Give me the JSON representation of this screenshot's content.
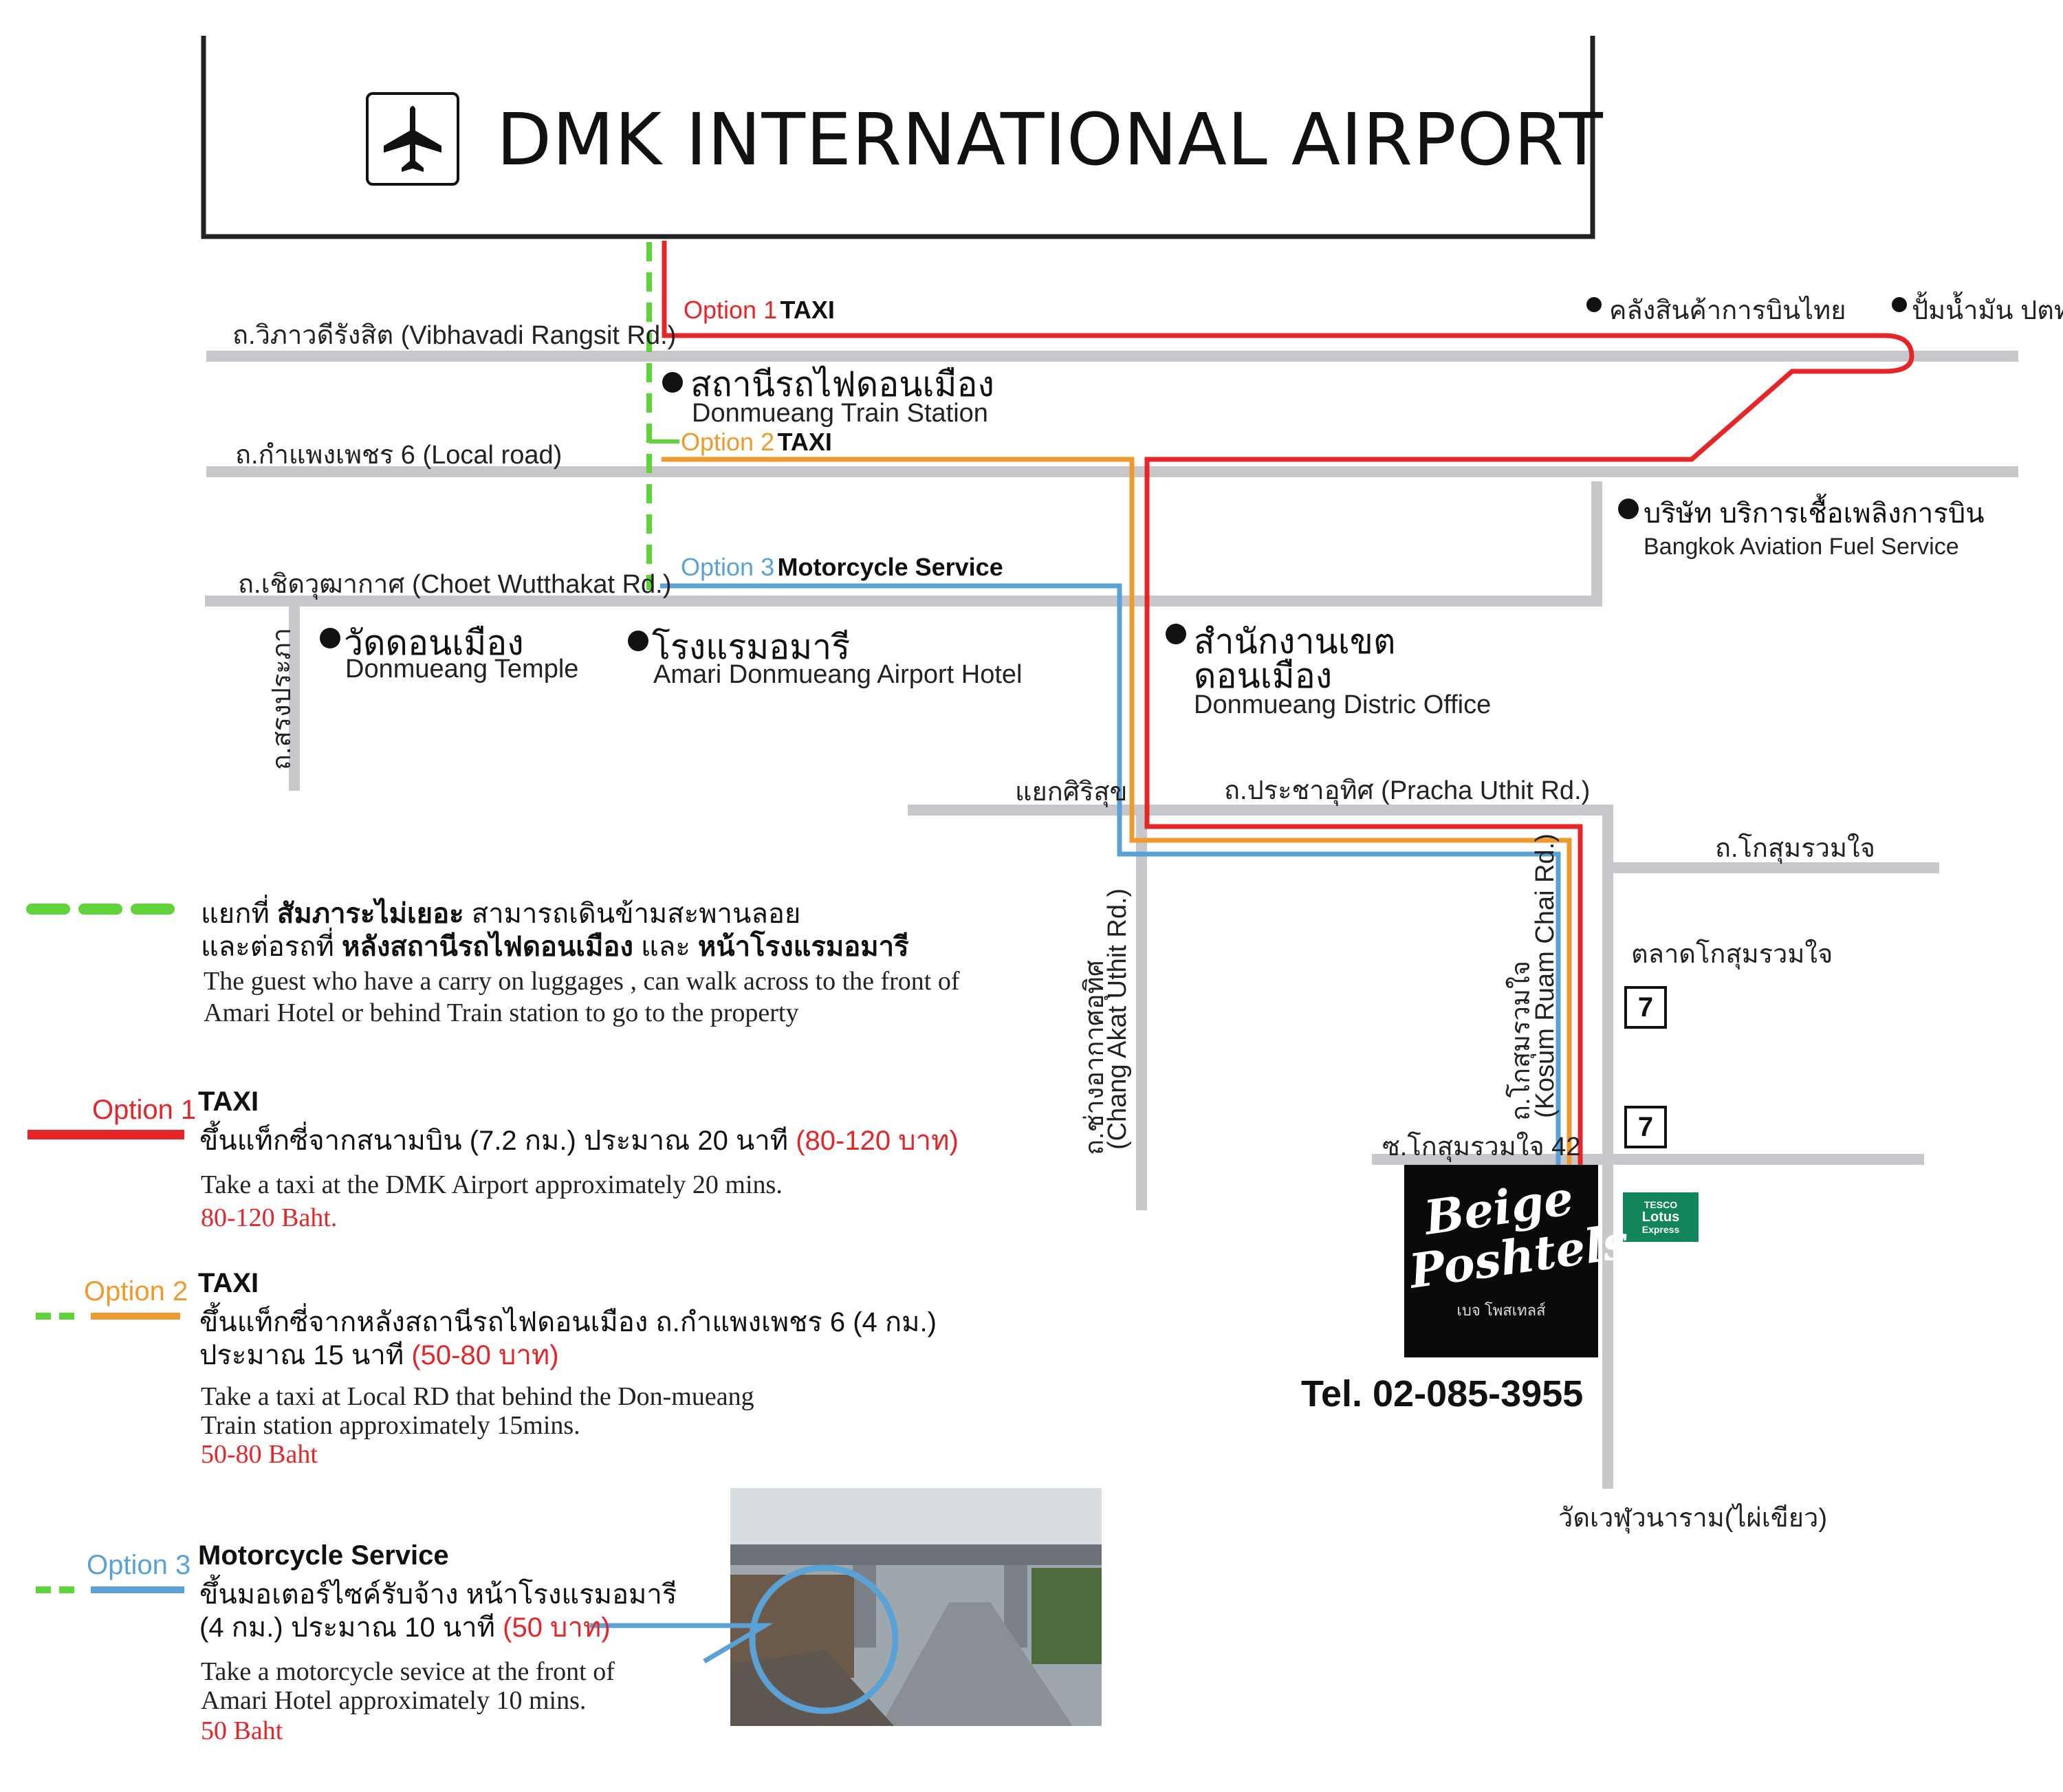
{
  "header": {
    "title": "DMK INTERNATIONAL AIRPORT",
    "icon": "airplane-icon"
  },
  "roads": {
    "vibhavadi": "ถ.วิภาวดีรังสิต (Vibhavadi Rangsit Rd.)",
    "kamphaeng": "ถ.กำแพงเพชร 6 (Local road)",
    "choet": "ถ.เชิดวุฒากาศ (Choet Wutthakat Rd.)",
    "songprapa": "ถ.สรงประภา",
    "siri_junction": "แยกศิริสุข",
    "pracha_uthit": "ถ.ประชาอุทิศ (Pracha Uthit Rd.)",
    "kosum_right": "ถ.โกสุมรวมใจ",
    "chang_akat_th": "ถ.ช่างอากาศอุทิศ",
    "chang_akat_en": "(Chang Akat Uthit Rd.)",
    "kosum_th": "ถ.โกสุมรวมใจ",
    "kosum_en": "(Kosum   Ruam Chai Rd.)",
    "soi42": "ซ.โกสุมรวมใจ 42",
    "wat_phai": "วัดเวฬุวนาราม(ไผ่เขียว)"
  },
  "landmarks": {
    "cargo": "คลังสินค้าการบินไทย",
    "ptt": "ปั้มน้ำมัน ปตท.",
    "train_th": "สถานีรถไฟดอนเมือง",
    "train_en": "Donmueang Train Station",
    "fuel_th": "บริษัท บริการเชื้อเพลิงการบิน",
    "fuel_en": "Bangkok Aviation Fuel Service",
    "temple_th": "วัดดอนเมือง",
    "temple_en": "Donmueang Temple",
    "amari_th": "โรงแรมอมารี",
    "amari_en": "Amari Donmueang Airport Hotel",
    "district_th1": "สำนักงานเขต",
    "district_th2": "ดอนเมือง",
    "district_en": "Donmueang Distric Office",
    "market": "ตลาดโกสุมรวมใจ",
    "seven": "7",
    "lotus_top": "TESCO",
    "lotus_mid": "Lotus",
    "lotus_bot": "Express"
  },
  "map_options": {
    "opt1_label": "Option 1",
    "opt1_mode": "TAXI",
    "opt2_label": "Option 2",
    "opt2_mode": "TAXI",
    "opt3_label": "Option 3",
    "opt3_mode": "Motorcycle Service"
  },
  "hotel": {
    "logo_line1": "Beige",
    "logo_line2": "Poshtels",
    "logo_sub": "เบจ โพสเทลส์",
    "tel": "Tel. 02-085-3955"
  },
  "legend": {
    "walk_th1_a": "แยกที่ ",
    "walk_th1_b": "สัมภาระไม่เยอะ",
    "walk_th1_c": " สามารถเดินข้ามสะพานลอย",
    "walk_th2_a": "และต่อรถที่ ",
    "walk_th2_b": "หลังสถานีรถไฟดอนเมือง",
    "walk_th2_c": " และ ",
    "walk_th2_d": "หน้าโรงแรมอมารี",
    "walk_en": "The guest who have a carry on luggages , can walk across to the front of Amari Hotel or behind Train station to go to the property",
    "o1_label": "Option 1",
    "o1_title": "TAXI",
    "o1_th_a": "ขึ้นแท็กซี่จากสนามบิน (7.2 กม.) ประมาณ 20 นาที ",
    "o1_th_b": "(80-120 บาท)",
    "o1_en": "Take a taxi at the DMK Airport approximately 20 mins.",
    "o1_price": "80-120 Baht.",
    "o2_label": "Option 2",
    "o2_title": "TAXI",
    "o2_th1": "ขึ้นแท็กซี่จากหลังสถานีรถไฟดอนเมือง ถ.กำแพงเพชร 6 (4 กม.)",
    "o2_th2_a": "ประมาณ 15 นาที ",
    "o2_th2_b": "(50-80 บาท)",
    "o2_en1": "Take a taxi at Local RD that behind the Don-mueang",
    "o2_en2": "Train station approximately 15mins.",
    "o2_price": "50-80 Baht",
    "o3_label": "Option 3",
    "o3_title": "Motorcycle Service",
    "o3_th1": "ขึ้นมอเตอร์ไซค์รับจ้าง หน้าโรงแรมอมารี",
    "o3_th2_a": "(4 กม.) ประมาณ 10 นาที ",
    "o3_th2_b": "(50 บาท)",
    "o3_en1": "Take a motorcycle sevice at the front of",
    "o3_en2": "Amari Hotel approximately 10 mins.",
    "o3_price": "50 Baht"
  },
  "colors": {
    "red": "#e52528",
    "orange": "#ee9a2e",
    "blue": "#5aa2d6",
    "green": "#5fd33a",
    "road": "#c8c8cc"
  }
}
